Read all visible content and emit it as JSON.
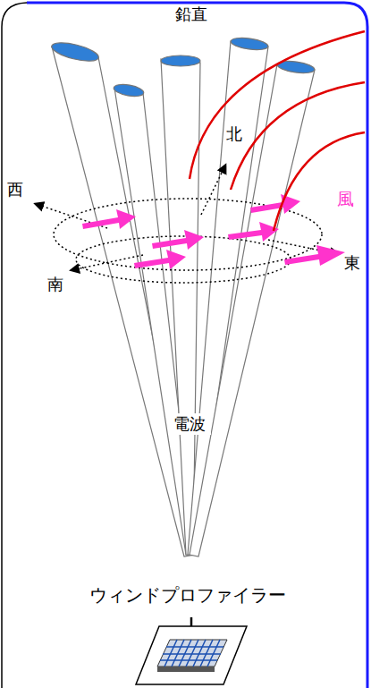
{
  "diagram": {
    "labels": [
      "鉛直",
      "北",
      "西",
      "風",
      "東",
      "南",
      "電波",
      "ウィンドプロファイラー"
    ]
  }
}
